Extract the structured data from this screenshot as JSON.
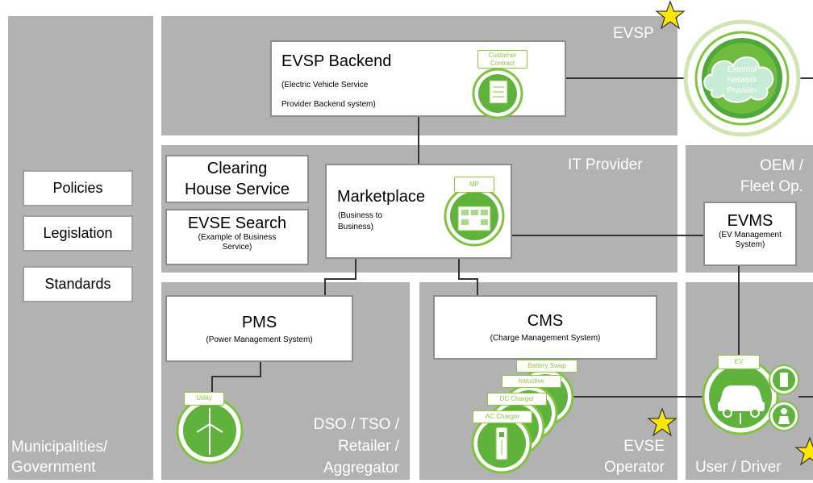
{
  "colors": {
    "panel": "#b2b2b2",
    "box_border": "#8e8e8e",
    "green": "#7fc341",
    "green_dark": "#3f9c35",
    "star": "#ffe600",
    "line": "#333333"
  },
  "regions": {
    "government": "Municipalities/\nGovernment",
    "evsp": "EVSP",
    "it_provider": "IT  Provider",
    "oem": "OEM /\nFleet Op.",
    "dso": "DSO / TSO /\nRetailer /\nAggregator",
    "evse_operator": "EVSE\nOperator",
    "user_driver": "User / Driver"
  },
  "government_items": [
    "Policies",
    "Legislation",
    "Standards"
  ],
  "evsp_backend": {
    "title": "EVSP Backend",
    "subtitle": "(Electric Vehicle Service\nProvider Backend system)",
    "tag": "Customer\nContract"
  },
  "external_network": {
    "label": "External\nNetwork\nProvider"
  },
  "clearing_house": {
    "title": "Clearing\nHouse Service"
  },
  "evse_search": {
    "title": "EVSE Search",
    "subtitle": "(Example of Business\nService)"
  },
  "marketplace": {
    "title": "Marketplace",
    "subtitle": "(Business to\nBusiness)",
    "tag": "MP"
  },
  "evms": {
    "title": "EVMS",
    "subtitle": "(EV Management\nSystem)"
  },
  "pms": {
    "title": "PMS",
    "subtitle": "(Power Management System)",
    "tag": "Utility"
  },
  "cms": {
    "title": "CMS",
    "subtitle": "(Charge Management System)",
    "tags": [
      "Battery Swap",
      "Inductive",
      "DC Charger",
      "AC Charger"
    ]
  },
  "ev": {
    "tag": "EV"
  },
  "icons": [
    "star-icon",
    "cloud-icon",
    "contract-icon",
    "building-icon",
    "wind-turbine-icon",
    "charger-icon",
    "car-icon",
    "person-icon",
    "battery-icon"
  ]
}
